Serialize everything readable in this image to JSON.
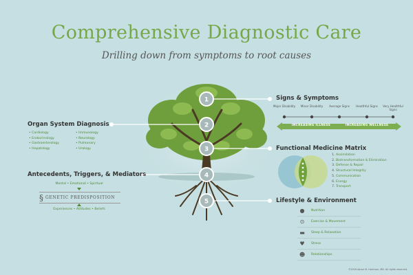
{
  "title": "Comprehensive Diagnostic Care",
  "subtitle": "Drilling down from symptoms to root causes",
  "steps": [
    "1",
    "2",
    "3",
    "4",
    "5"
  ],
  "signs": {
    "heading": "Signs & Symptoms",
    "scale": [
      "Major Disability",
      "Minor Disability",
      "Average Signs",
      "Healthful Signs",
      "Very Healthful Signs"
    ],
    "bar_left": "INCREASING ILLNESS",
    "bar_right": "INCREASING WELLNESS"
  },
  "organ": {
    "heading": "Organ System Diagnosis",
    "col1": [
      "Cardiology",
      "Endocrinology",
      "Gastroenterology",
      "Hepatology"
    ],
    "col2": [
      "Immunology",
      "Neurology",
      "Pulmonary",
      "Urology"
    ]
  },
  "matrix": {
    "heading": "Functional Medicine Matrix",
    "items": [
      "Assimilation",
      "Biotransformation & Elimination",
      "Defense & Repair",
      "Structural Integrity",
      "Communication",
      "Energy",
      "Transport"
    ]
  },
  "antecedents": {
    "heading": "Antecedents, Triggers, & Mediators",
    "line1": "Mental • Emotional • Spiritual",
    "genetic": "GENETIC PREDISPOSITION",
    "line2": "Experiences • Attitudes • Beliefs"
  },
  "lifestyle": {
    "heading": "Lifestyle & Environment",
    "items": [
      {
        "label": "Nutrition",
        "icon": "apple-icon"
      },
      {
        "label": "Exercise & Movement",
        "icon": "bicycle-icon"
      },
      {
        "label": "Sleep & Relaxation",
        "icon": "bed-icon"
      },
      {
        "label": "Stress",
        "icon": "heart-rate-icon"
      },
      {
        "label": "Relationships",
        "icon": "people-icon"
      }
    ]
  },
  "credit": "©2016 Aaron M. Hartman, MD. All rights reserved.",
  "colors": {
    "accent": "#76a84a",
    "background": "#c6dfe2",
    "bar": "#7dae52"
  }
}
